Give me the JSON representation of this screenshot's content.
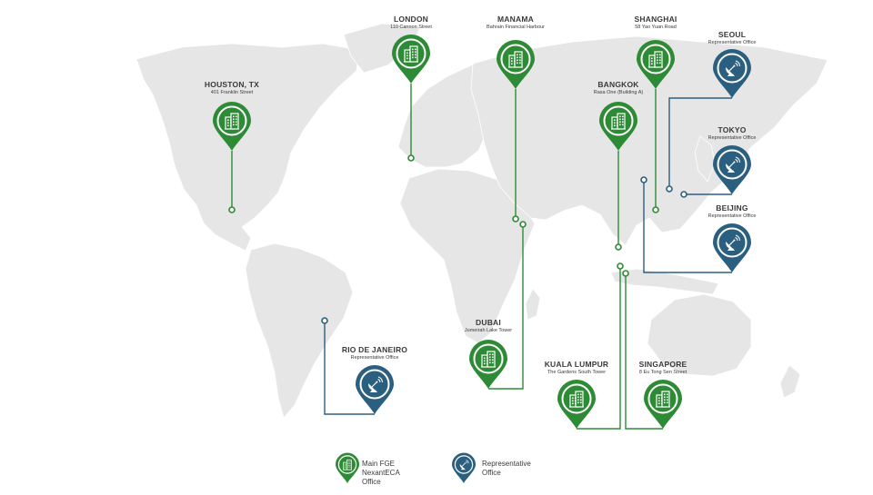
{
  "colors": {
    "main": "#2e8b35",
    "rep": "#2b5f80",
    "land": "#e6e6e6"
  },
  "offices": [
    {
      "id": "houston",
      "city": "HOUSTON, TX",
      "address": "401 Franklin Street",
      "type": "main"
    },
    {
      "id": "london",
      "city": "LONDON",
      "address": "110 Cannon Street",
      "type": "main"
    },
    {
      "id": "manama",
      "city": "MANAMA",
      "address": "Bahrain Financial Harbour",
      "type": "main"
    },
    {
      "id": "shanghai",
      "city": "SHANGHAI",
      "address": "58 Yao Yuan Road",
      "type": "main"
    },
    {
      "id": "seoul",
      "city": "SEOUL",
      "address": "Representative Office",
      "type": "rep"
    },
    {
      "id": "bangkok",
      "city": "BANGKOK",
      "address": "Rasa One (Building A)",
      "type": "main"
    },
    {
      "id": "tokyo",
      "city": "TOKYO",
      "address": "Representative Office",
      "type": "rep"
    },
    {
      "id": "beijing",
      "city": "BEIJING",
      "address": "Representative Office",
      "type": "rep"
    },
    {
      "id": "dubai",
      "city": "DUBAI",
      "address": "Jumeirah Lake Tower",
      "type": "main"
    },
    {
      "id": "rio",
      "city": "RIO DE JANEIRO",
      "address": "Representative Office",
      "type": "rep"
    },
    {
      "id": "kuala",
      "city": "KUALA LUMPUR",
      "address": "The Gardens South Tower",
      "type": "main"
    },
    {
      "id": "singapore",
      "city": "SINGAPORE",
      "address": "8 Eu Tong Sen Street",
      "type": "main"
    }
  ],
  "legend": {
    "main": {
      "line1": "Main FGE NexantECA",
      "line2": "Office"
    },
    "rep": {
      "line1": "Representative",
      "line2": "Office"
    }
  }
}
